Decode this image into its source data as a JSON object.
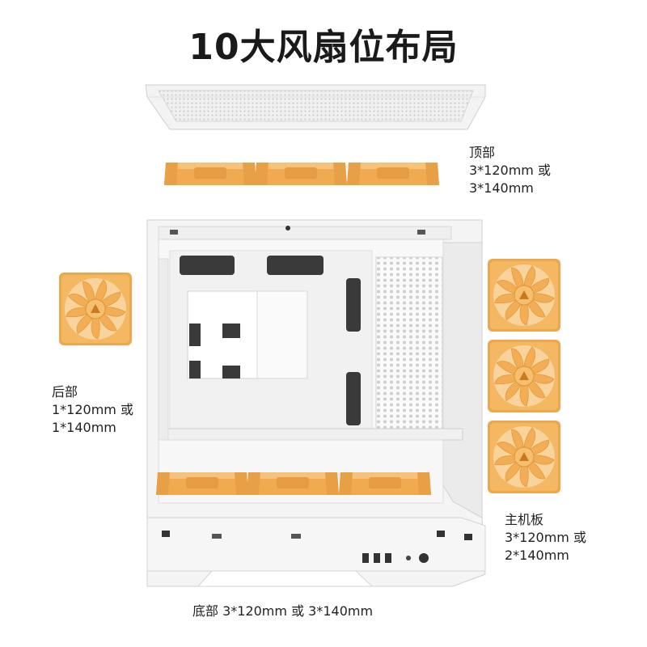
{
  "title": "10大风扇位布局",
  "colors": {
    "fan": "#f2b256",
    "fan_dark": "#d9913a",
    "case": "#f4f4f4",
    "case_shadow": "#d6d6d6"
  },
  "labels": {
    "top": {
      "head": "顶部",
      "line1": "3*120mm 或",
      "line2": "3*140mm"
    },
    "rear": {
      "head": "后部",
      "line1": "1*120mm 或",
      "line2": "1*140mm"
    },
    "side": {
      "head": "主机板",
      "line1": "3*120mm 或",
      "line2": "2*140mm"
    },
    "bottom": {
      "text": "底部  3*120mm 或 3*140mm"
    }
  },
  "icons": [
    "fan-icon",
    "case-illustration",
    "top-panel-illustration"
  ]
}
